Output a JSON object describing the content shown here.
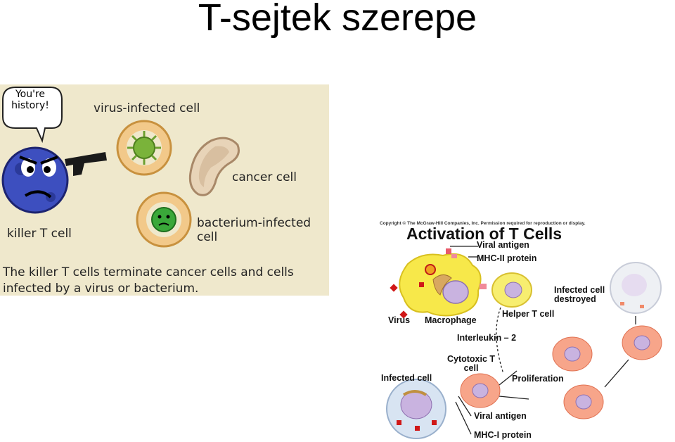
{
  "title": "T-sejtek szerepe",
  "cartoon": {
    "speech": "You're history!",
    "label_virus": "virus-infected cell",
    "label_cancer": "cancer cell",
    "label_bacterium": "bacterium-infected cell",
    "label_killer": "killer T cell",
    "caption": "The killer T cells terminate cancer cells and cells infected by a virus or bacterium."
  },
  "diagram": {
    "copyright": "Copyright © The McGraw-Hill Companies, Inc. Permission required for reproduction or display.",
    "heading": "Activation of T Cells",
    "viral_antigen_top": "Viral antigen",
    "mhc2": "MHC-II protein",
    "infected_destroyed": "Infected cell destroyed",
    "virus": "Virus",
    "macrophage": "Macrophage",
    "helper": "Helper T cell",
    "interleukin": "Interleukin – 2",
    "cytotoxic": "Cytotoxic T cell",
    "infected_cell": "Infected cell",
    "proliferation": "Proliferation",
    "viral_antigen_bottom": "Viral antigen",
    "mhc1": "MHC-I protein"
  }
}
